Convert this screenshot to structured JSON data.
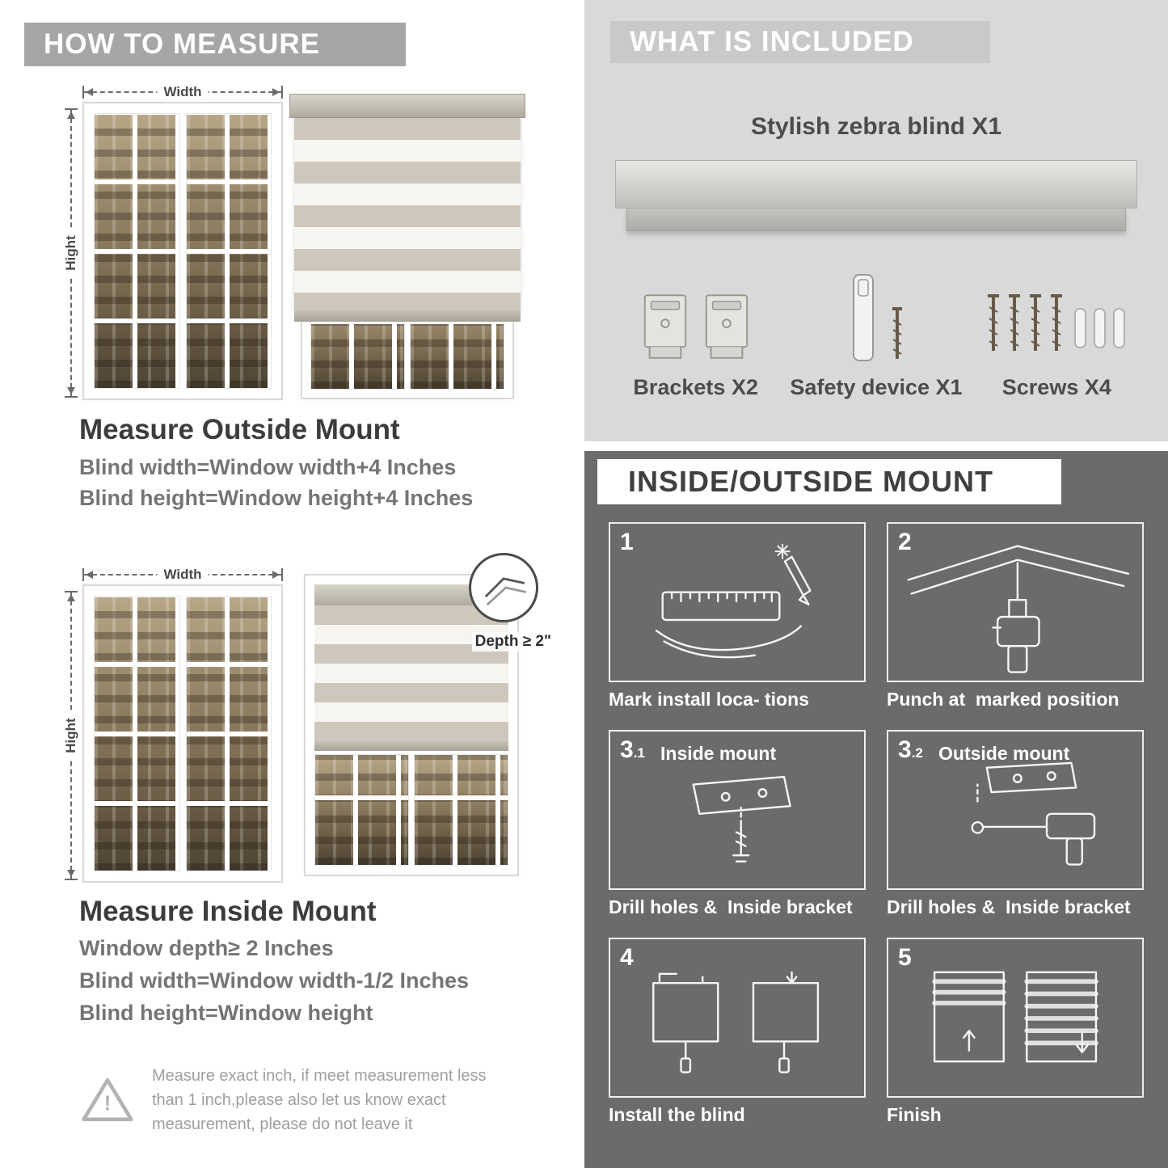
{
  "colors": {
    "how_banner_bg": "#a6a6a6",
    "included_bg": "#d9d9d9",
    "included_banner_bg": "#c9c9c9",
    "mount_bg": "#6b6b6b",
    "heading_text": "#3c3c3c",
    "body_text": "#757575"
  },
  "how_to_measure": {
    "banner": "HOW TO MEASURE",
    "outside": {
      "width_label": "Width",
      "height_label": "Hight",
      "heading": "Measure Outside Mount",
      "lines": [
        "Blind width=Window width+4 Inches",
        "Blind height=Window height+4 Inches"
      ]
    },
    "inside": {
      "width_label": "Width",
      "height_label": "Hight",
      "depth_label": "Depth ≥ 2\"",
      "heading": "Measure Inside Mount",
      "lines": [
        "Window depth≥ 2 Inches",
        "Blind width=Window width-1/2 Inches",
        "Blind height=Window height"
      ]
    },
    "warning": {
      "mark": "!",
      "text": "Measure exact inch, if meet measurement less than 1 inch,please also let us know exact measurement, please do not leave it"
    }
  },
  "included": {
    "banner": "WHAT IS INCLUDED",
    "product": "Stylish zebra blind X1",
    "parts": [
      {
        "label": "Brackets X2"
      },
      {
        "label": "Safety device X1"
      },
      {
        "label": "Screws X4"
      }
    ]
  },
  "mount": {
    "banner": "INSIDE/OUTSIDE MOUNT",
    "steps": [
      {
        "num": "1",
        "sub": "",
        "title": "",
        "caption": "Mark install loca- tions"
      },
      {
        "num": "2",
        "sub": "",
        "title": "",
        "caption": "Punch at  marked position"
      },
      {
        "num": "3",
        "sub": ".1",
        "title": "Inside mount",
        "caption": "Drill holes &  Inside bracket"
      },
      {
        "num": "3",
        "sub": ".2",
        "title": "Outside mount",
        "caption": "Drill holes &  Inside bracket"
      },
      {
        "num": "4",
        "sub": "",
        "title": "",
        "caption": "Install the blind"
      },
      {
        "num": "5",
        "sub": "",
        "title": "",
        "caption": "Finish"
      }
    ]
  }
}
